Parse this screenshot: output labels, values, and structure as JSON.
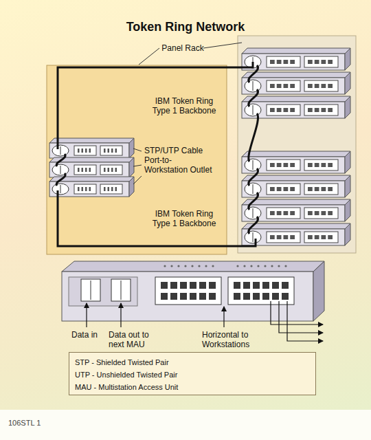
{
  "diagram": {
    "title": "Token Ring Network",
    "nodes": [
      {
        "text": [
          "STP - Shielded Twisted Pair",
          "UTP - Unshielded Twisted Pair",
          "MAU - Multistation Access Unit"
        ]
      }
    ],
    "labels": [
      "Panel Rack",
      "IBM Token Ring Type 1 Backbone",
      "STP/UTP Cable Port-to-Workstation Outlet",
      "IBM Token Ring Type 1 Backbone",
      "Data in",
      "Data out to next MAU",
      "Horizontal to Workstations",
      "106STL 1"
    ]
  }
}
